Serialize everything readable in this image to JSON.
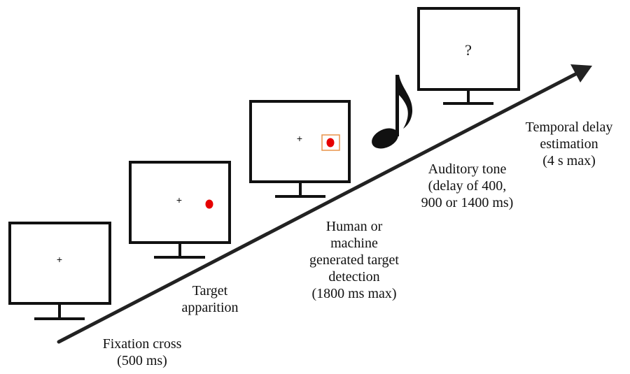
{
  "colors": {
    "ink": "#111111",
    "screen_bg": "#ffffff",
    "target_dot": "#e60000",
    "detection_box": "#e8944a"
  },
  "monitors": [
    {
      "stage": "fixation",
      "screen_symbols": [
        "+"
      ]
    },
    {
      "stage": "target-apparition",
      "screen_symbols": [
        "+",
        "red-dot"
      ]
    },
    {
      "stage": "target-detection",
      "screen_symbols": [
        "+",
        "red-dot-in-box"
      ]
    },
    {
      "stage": "delay-estimation",
      "screen_text": "?"
    }
  ],
  "icons": {
    "tone": "music-note-icon",
    "timeline": "arrow-icon"
  },
  "labels": {
    "fixation": [
      "Fixation cross",
      "(500 ms)"
    ],
    "apparition": [
      "Target",
      "apparition"
    ],
    "detection": [
      "Human or",
      "machine",
      "generated target",
      "detection",
      "(1800 ms max)"
    ],
    "tone": [
      "Auditory tone",
      "(delay of 400,",
      "900 or 1400 ms)"
    ],
    "estimation": [
      "Temporal delay",
      "estimation",
      "(4 s max)"
    ]
  }
}
